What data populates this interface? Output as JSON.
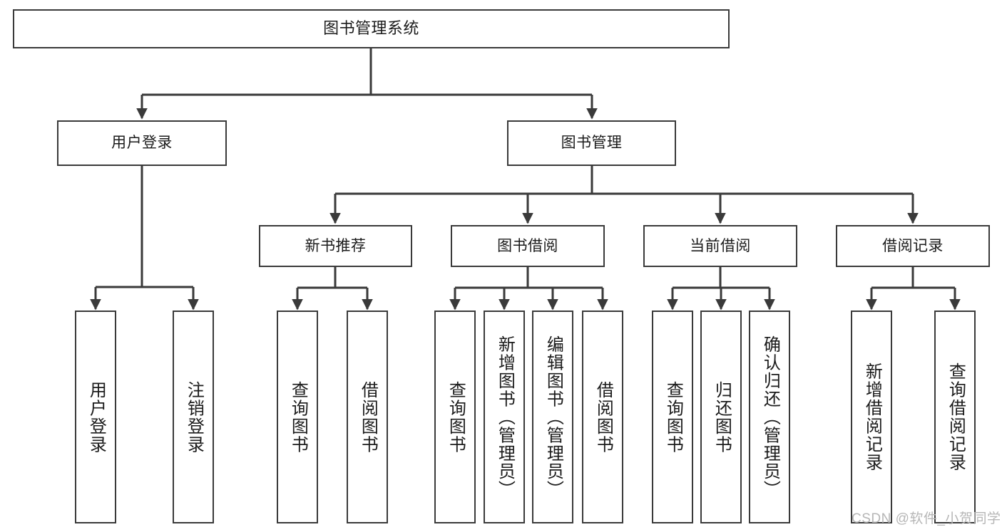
{
  "diagram": {
    "title": "图书管理系统",
    "type": "tree",
    "watermark": "CSDN @软件_小贺同学",
    "colors": {
      "box_border": "#3a3a3a",
      "box_fill": "#ffffff",
      "edge": "#3a3a3a",
      "text": "#1b1b1b",
      "watermark": "#b6b6b6",
      "background": "#ffffff"
    },
    "nodes": {
      "root": {
        "label": "图书管理系统"
      },
      "level2": [
        {
          "id": "user-login",
          "label": "用户登录"
        },
        {
          "id": "book-manage",
          "label": "图书管理"
        }
      ],
      "level3": [
        {
          "id": "new-book-rec",
          "label": "新书推荐"
        },
        {
          "id": "book-borrow",
          "label": "图书借阅"
        },
        {
          "id": "current-borrow",
          "label": "当前借阅"
        },
        {
          "id": "borrow-record",
          "label": "借阅记录"
        }
      ],
      "leaves": {
        "user-login": [
          {
            "id": "leaf-user-login",
            "label": "用户登录"
          },
          {
            "id": "leaf-user-logout",
            "label": "注销登录"
          }
        ],
        "new-book-rec": [
          {
            "id": "leaf-query-book-1",
            "label": "查询图书"
          },
          {
            "id": "leaf-borrow-book-1",
            "label": "借阅图书"
          }
        ],
        "book-borrow": [
          {
            "id": "leaf-query-book-2",
            "label": "查询图书"
          },
          {
            "id": "leaf-add-book",
            "label": "新增图书（管理员）"
          },
          {
            "id": "leaf-edit-book",
            "label": "编辑图书（管理员）"
          },
          {
            "id": "leaf-borrow-book-2",
            "label": "借阅图书"
          }
        ],
        "current-borrow": [
          {
            "id": "leaf-query-book-3",
            "label": "查询图书"
          },
          {
            "id": "leaf-return-book",
            "label": "归还图书"
          },
          {
            "id": "leaf-confirm-return",
            "label": "确认归还（管理员）"
          }
        ],
        "borrow-record": [
          {
            "id": "leaf-add-record",
            "label": "新增借阅记录"
          },
          {
            "id": "leaf-query-record",
            "label": "查询借阅记录"
          }
        ]
      }
    }
  }
}
